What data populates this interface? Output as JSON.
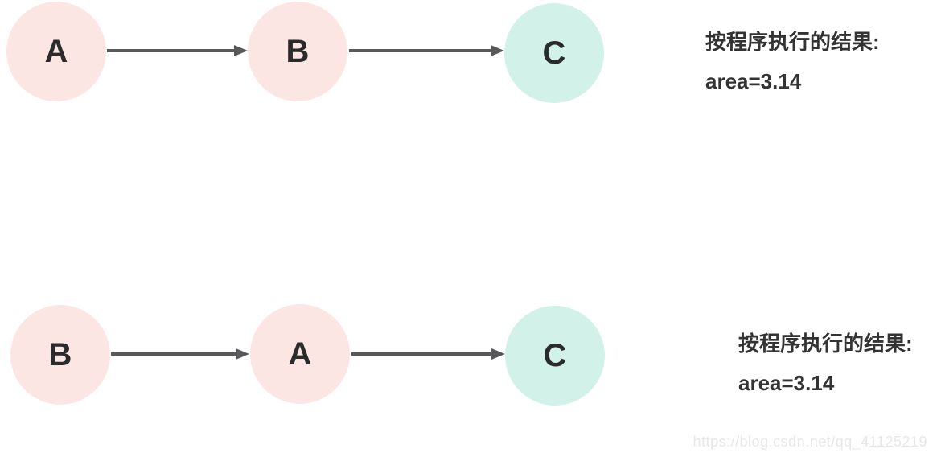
{
  "colors": {
    "node_pink": "#fce6e3",
    "node_teal": "#d2f1e9",
    "node_label": "#2b2b2b",
    "arrow": "#59595b",
    "text": "#333333",
    "watermark": "#e7e7e9",
    "background": "#ffffff"
  },
  "diagram": {
    "rows": [
      {
        "nodes": [
          {
            "label": "A",
            "color": "pink"
          },
          {
            "label": "B",
            "color": "pink"
          },
          {
            "label": "C",
            "color": "teal"
          }
        ],
        "result": {
          "line1": "按程序执行的结果:",
          "line2": "area=3.14"
        }
      },
      {
        "nodes": [
          {
            "label": "B",
            "color": "pink"
          },
          {
            "label": "A",
            "color": "pink"
          },
          {
            "label": "C",
            "color": "teal"
          }
        ],
        "result": {
          "line1": "按程序执行的结果:",
          "line2": "area=3.14"
        }
      }
    ]
  },
  "watermark": "https://blog.csdn.net/qq_41125219"
}
